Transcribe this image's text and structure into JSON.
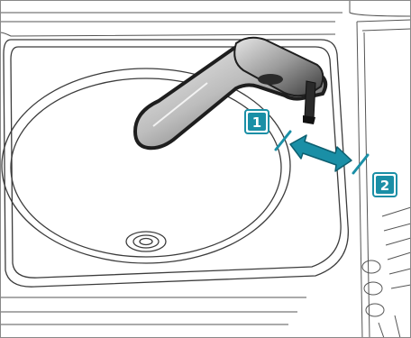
{
  "illustration": {
    "subject": "pull-out-faucet-over-sink",
    "callouts": [
      {
        "label": "1"
      },
      {
        "label": "2"
      }
    ],
    "colors": {
      "accent": "#1a8fa6",
      "line": "#444444",
      "faucet_dark": "#1e1e1e",
      "faucet_light": "#d9d9d9"
    },
    "icons": [
      "double-arrow-icon",
      "diagonal-marker-1",
      "diagonal-marker-2"
    ]
  }
}
